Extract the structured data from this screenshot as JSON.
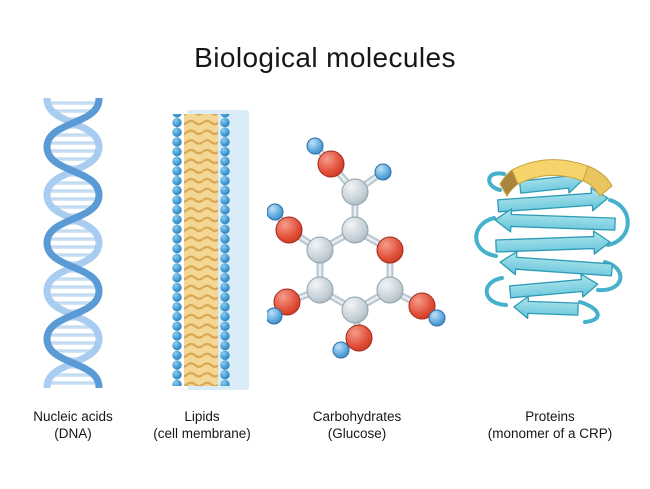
{
  "title": "Biological molecules",
  "figures": [
    {
      "id": "nucleic-acids",
      "name": "Nucleic acids",
      "qualifier": "(DNA)"
    },
    {
      "id": "lipids",
      "name": "Lipids",
      "qualifier": "(cell membrane)"
    },
    {
      "id": "carbohydrates",
      "name": "Carbohydrates",
      "qualifier": "(Glucose)"
    },
    {
      "id": "proteins",
      "name": "Proteins",
      "qualifier": "(monomer of a CRP)"
    }
  ],
  "palette": {
    "background": "#ffffff",
    "text": "#161616",
    "dna_strand_light": "#a9cdf0",
    "dna_strand_dark": "#5b9bd5",
    "dna_rung": "#c5ddf2",
    "lipid_head_blue": "#3d96cf",
    "lipid_tail_yellow": "#d8a753",
    "lipid_backdrop": "#d9ecf8",
    "atom_carbon_gray": "#c2cdd4",
    "atom_oxygen_red": "#e14f38",
    "atom_hydrogen_blue": "#5aa7dd",
    "bond_gray": "#bcc9d2",
    "protein_sheet_cyan": "#7fd0e0",
    "protein_loop_cyan": "#45b1cc",
    "protein_helix_yellow": "#f6d36b"
  }
}
